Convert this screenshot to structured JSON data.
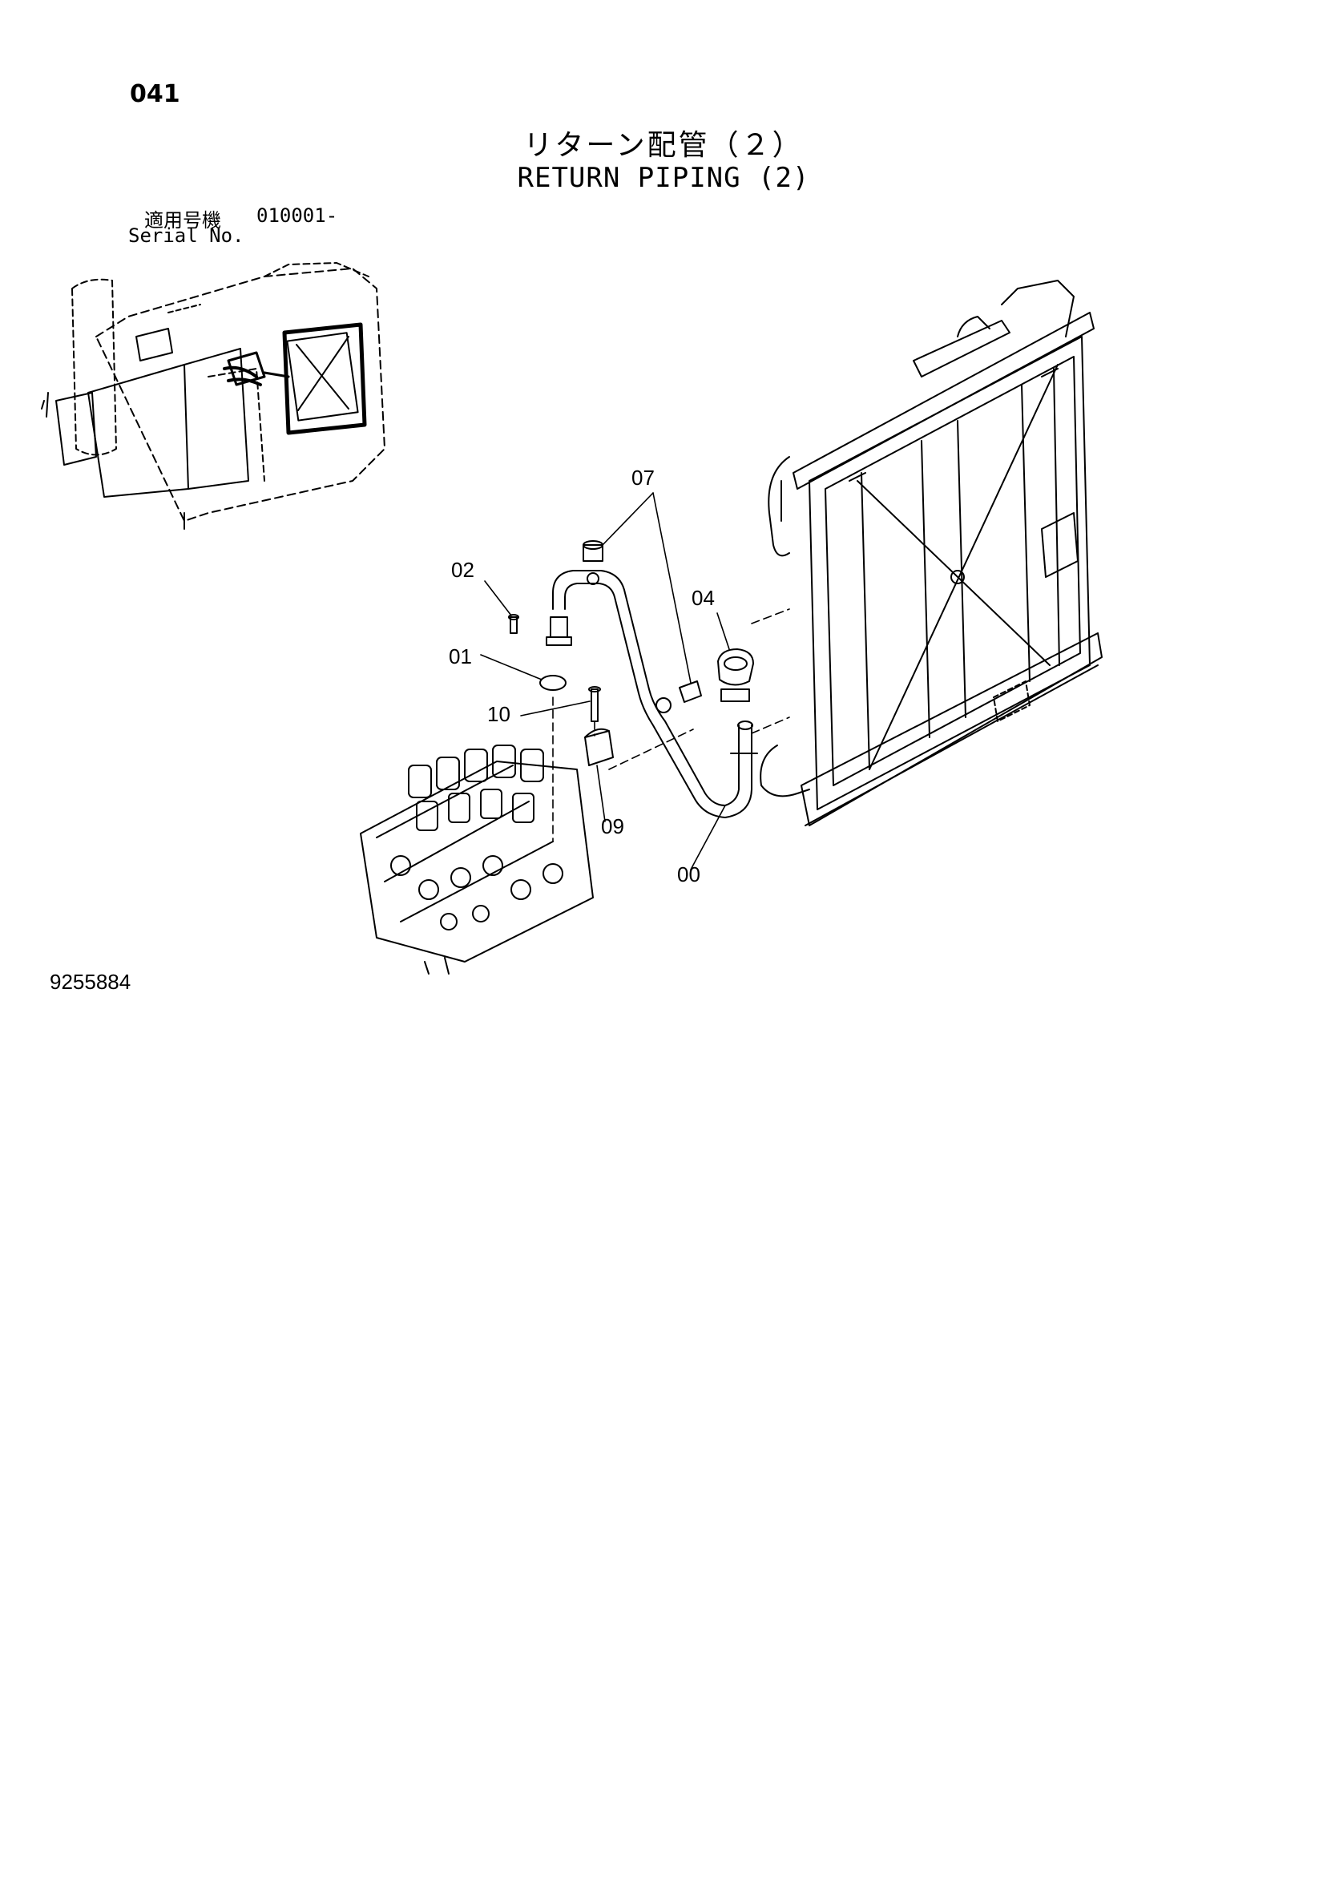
{
  "page": {
    "code": "041",
    "title_jp": "リターン配管（２）",
    "title_en": "RETURN PIPING (2)",
    "serial_label_jp": "適用号機",
    "serial_label_en": "Serial No.",
    "serial_value": "010001-",
    "drawing_number": "9255884"
  },
  "callouts": [
    {
      "id": "00",
      "label": "00"
    },
    {
      "id": "01",
      "label": "01"
    },
    {
      "id": "02",
      "label": "02"
    },
    {
      "id": "04",
      "label": "04"
    },
    {
      "id": "07",
      "label": "07"
    },
    {
      "id": "09",
      "label": "09"
    },
    {
      "id": "10",
      "label": "10"
    }
  ]
}
